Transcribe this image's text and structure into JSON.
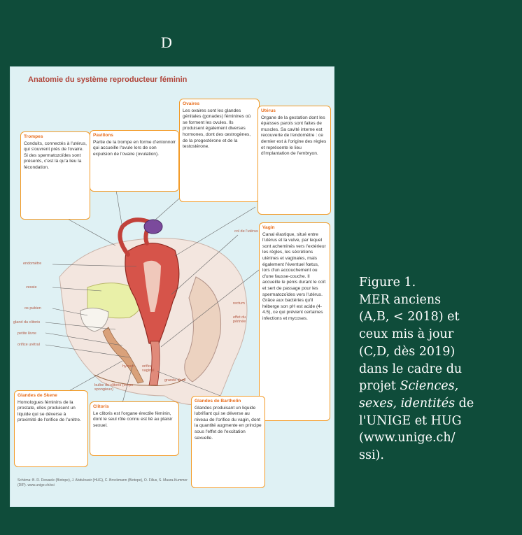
{
  "colors": {
    "background": "#0f4c3a",
    "figure_bg": "#dff1f4",
    "callout_border": "#f39a26",
    "title": "#b0453a"
  },
  "panel_letter": "D",
  "figure": {
    "title": "Anatomie du système reproducteur féminin",
    "callouts": {
      "trompes": {
        "title": "Trompes",
        "text": "Conduits, connectés à l'utérus, qui s'ouvrent près de l'ovaire. Si des spermatozoïdes sont présents, c'est là qu'a lieu la fécondation."
      },
      "pavillons": {
        "title": "Pavillons",
        "text": "Partie de la trompe en forme d'entonnoir qui accueille l'ovule lors de son expulsion de l'ovaire (ovulation)."
      },
      "ovaires": {
        "title": "Ovaires",
        "text": "Les ovaires sont les glandes génitales (gonades) féminines où se forment les ovules. Ils produisent également diverses hormones, dont des œstrogènes, de la progestérone et de la testostérone."
      },
      "uterus": {
        "title": "Utérus",
        "text": "Organe de la gestation dont les épaisses parois sont faites de muscles. Sa cavité interne est recouverte de l'endomètre : ce dernier est à l'origine des règles et représente le lieu d'implantation de l'embryon."
      },
      "vagin": {
        "title": "Vagin",
        "text": "Canal élastique, situé entre l'utérus et la vulve, par lequel sont acheminés vers l'extérieur les règles, les sécrétions utérines et vaginales, mais également l'éventuel fœtus, lors d'un accouchement ou d'une fausse-couche. Il accueille le pénis durant le coït et sert de passage pour les spermatozoïdes vers l'utérus. Grâce aux bactéries qu'il héberge son pH est acide (4-4.5), ce qui prévient certaines infections et mycoses."
      },
      "skene": {
        "title": "Glandes de Skene",
        "text": "Homologues féminins de la prostate, elles produisent un liquide qui se déverse à proximité de l'orifice de l'urètre."
      },
      "clitoris": {
        "title": "Clitoris",
        "text": "Le clitoris est l'organe érectile féminin, dont le seul rôle connu est lié au plaisir sexuel."
      },
      "bartholin": {
        "title": "Glandes de Bartholin",
        "text": "Glandes produisant un liquide lubrifiant qui se déverse au niveau de l'orifice du vagin, dont la quantité augmente en principe sous l'effet de l'excitation sexuelle."
      }
    },
    "labels": {
      "col_uterus": "col de l'utérus",
      "endometre": "endomètre",
      "vessie": "vessie",
      "rectum": "rectum",
      "os_pubien": "os pubien",
      "gland_clitoris": "gland du clitoris",
      "petite_levre": "petite lèvre",
      "orifice_uretral": "orifice urétral",
      "effet_pince": "effet du périnée",
      "hymen": "hymen",
      "orifice_vaginal": "orifice vaginal",
      "grande_levre": "grande lèvre",
      "bulbe": "bulbe du clitoris (corps spongieux)"
    },
    "credits": "Schéma: B. R. Dewaele (Biotope), J. Abdulnasir (HUG), C. Brockmann (Biotope), O. Fillus, S. Maura-Kummer (DIP). www.unige.ch/ssi"
  },
  "caption": {
    "line1": "Figure 1.",
    "line2": "MER anciens",
    "line3": "(A,B, < 2018) et",
    "line4": "ceux mis à jour",
    "line5": "(C,D, dès 2019)",
    "line6": "dans le cadre du",
    "line7_pre": "projet ",
    "line7_it": "Sciences,",
    "line8_it": "sexes, identités",
    "line8_post": " de",
    "line9": "l'UNIGE et HUG",
    "line10": "(www.unige.ch/",
    "line11": "ssi)."
  }
}
